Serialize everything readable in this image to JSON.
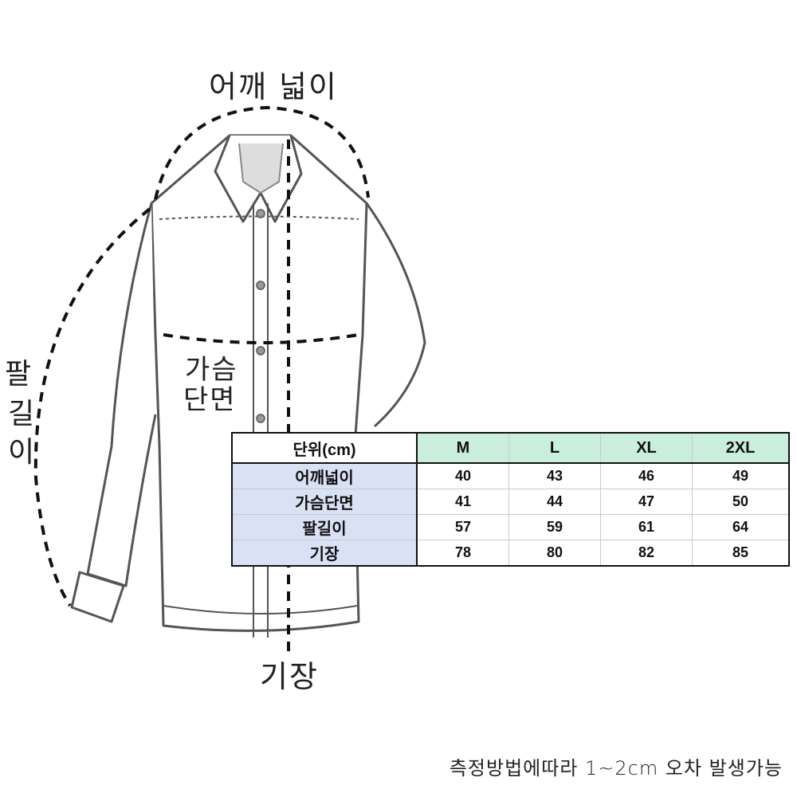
{
  "labels": {
    "shoulder": "어깨 넓이",
    "chest_line1": "가슴",
    "chest_line2": "단면",
    "sleeve_c1": "팔",
    "sleeve_c2": "길",
    "sleeve_c3": "이",
    "length": "기장"
  },
  "table": {
    "corner": "단위(cm)",
    "sizes": [
      "M",
      "L",
      "XL",
      "2XL"
    ],
    "rows": [
      {
        "label": "어깨넓이",
        "values": [
          "40",
          "43",
          "46",
          "49"
        ]
      },
      {
        "label": "가슴단면",
        "values": [
          "41",
          "44",
          "47",
          "50"
        ]
      },
      {
        "label": "팔길이",
        "values": [
          "57",
          "59",
          "61",
          "64"
        ]
      },
      {
        "label": "기장",
        "values": [
          "78",
          "80",
          "82",
          "85"
        ]
      }
    ]
  },
  "note": "측정방법에따라 1~2cm 오차 발생가능",
  "colors": {
    "header_green": "#c9efdc",
    "row_label_blue": "#d9e1f5",
    "line": "#555555"
  }
}
